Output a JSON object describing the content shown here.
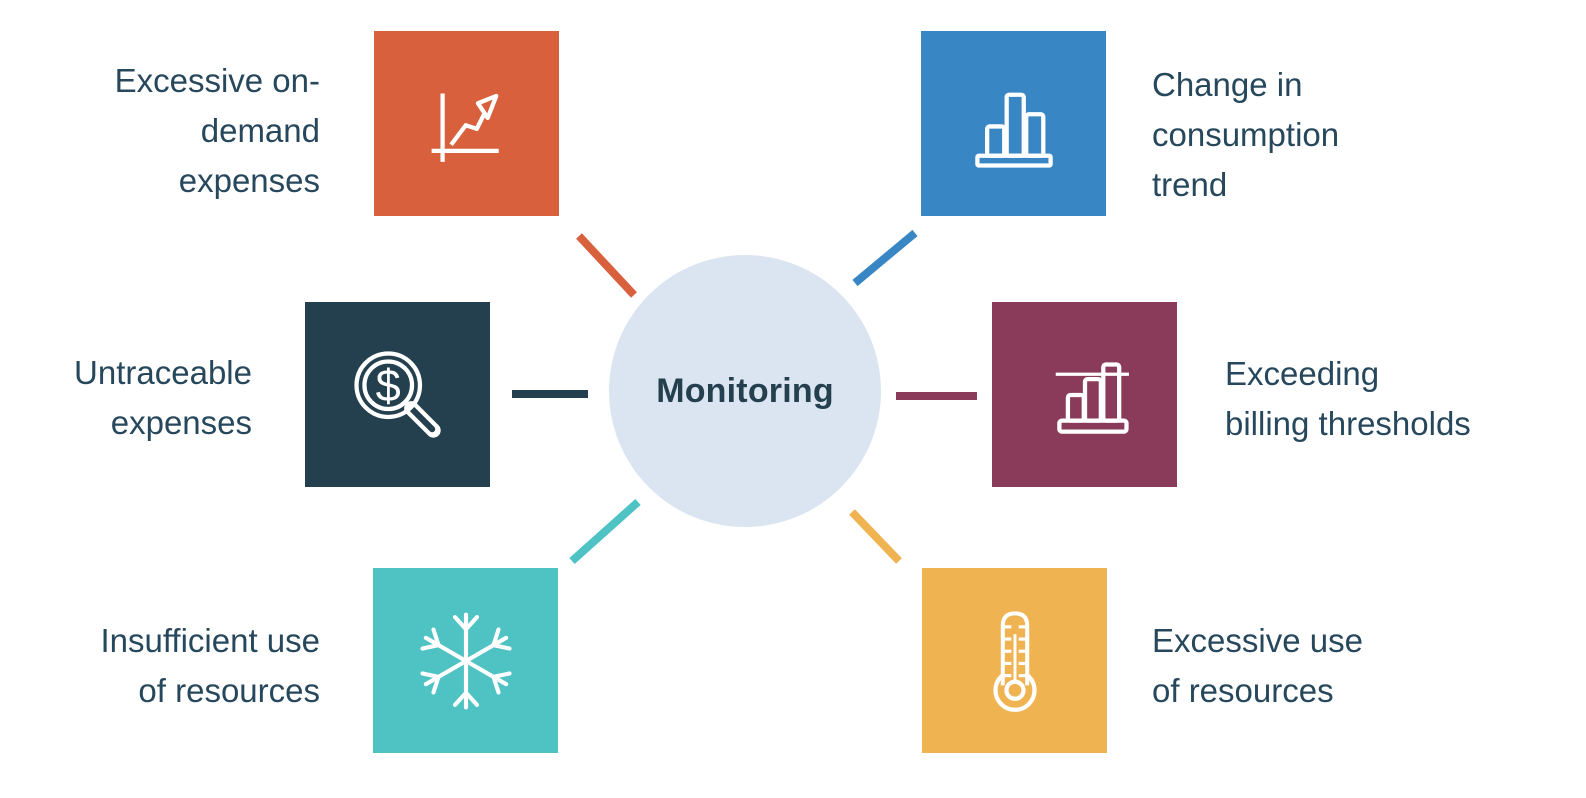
{
  "diagram": {
    "center": {
      "label": "Monitoring",
      "fill": "#dbe5f1",
      "text_color": "#24404f"
    },
    "label_color": "#27485c",
    "background": "#ffffff",
    "nodes": [
      {
        "id": "excessive-on-demand-expenses",
        "color": "#d9603c",
        "icon": "trend-up-chart-icon",
        "label_lines": [
          "Excessive on-",
          "demand",
          "expenses"
        ]
      },
      {
        "id": "untraceable-expenses",
        "color": "#24404e",
        "icon": "search-dollar-icon",
        "label_lines": [
          "Untraceable",
          "expenses"
        ]
      },
      {
        "id": "insufficient-use-of-resources",
        "color": "#4fc2c3",
        "icon": "snowflake-icon",
        "label_lines": [
          "Insufficient use",
          "of resources"
        ]
      },
      {
        "id": "change-in-consumption-trend",
        "color": "#3986c5",
        "icon": "bar-chart-icon",
        "label_lines": [
          "Change in",
          "consumption",
          "trend"
        ]
      },
      {
        "id": "exceeding-billing-thresholds",
        "color": "#8a3b59",
        "icon": "threshold-bar-chart-icon",
        "label_lines": [
          "Exceeding",
          "billing thresholds"
        ]
      },
      {
        "id": "excessive-use-of-resources",
        "color": "#f0b351",
        "icon": "thermometer-icon",
        "label_lines": [
          "Excessive use",
          "of resources"
        ]
      }
    ],
    "dollar_glyph": "$"
  }
}
